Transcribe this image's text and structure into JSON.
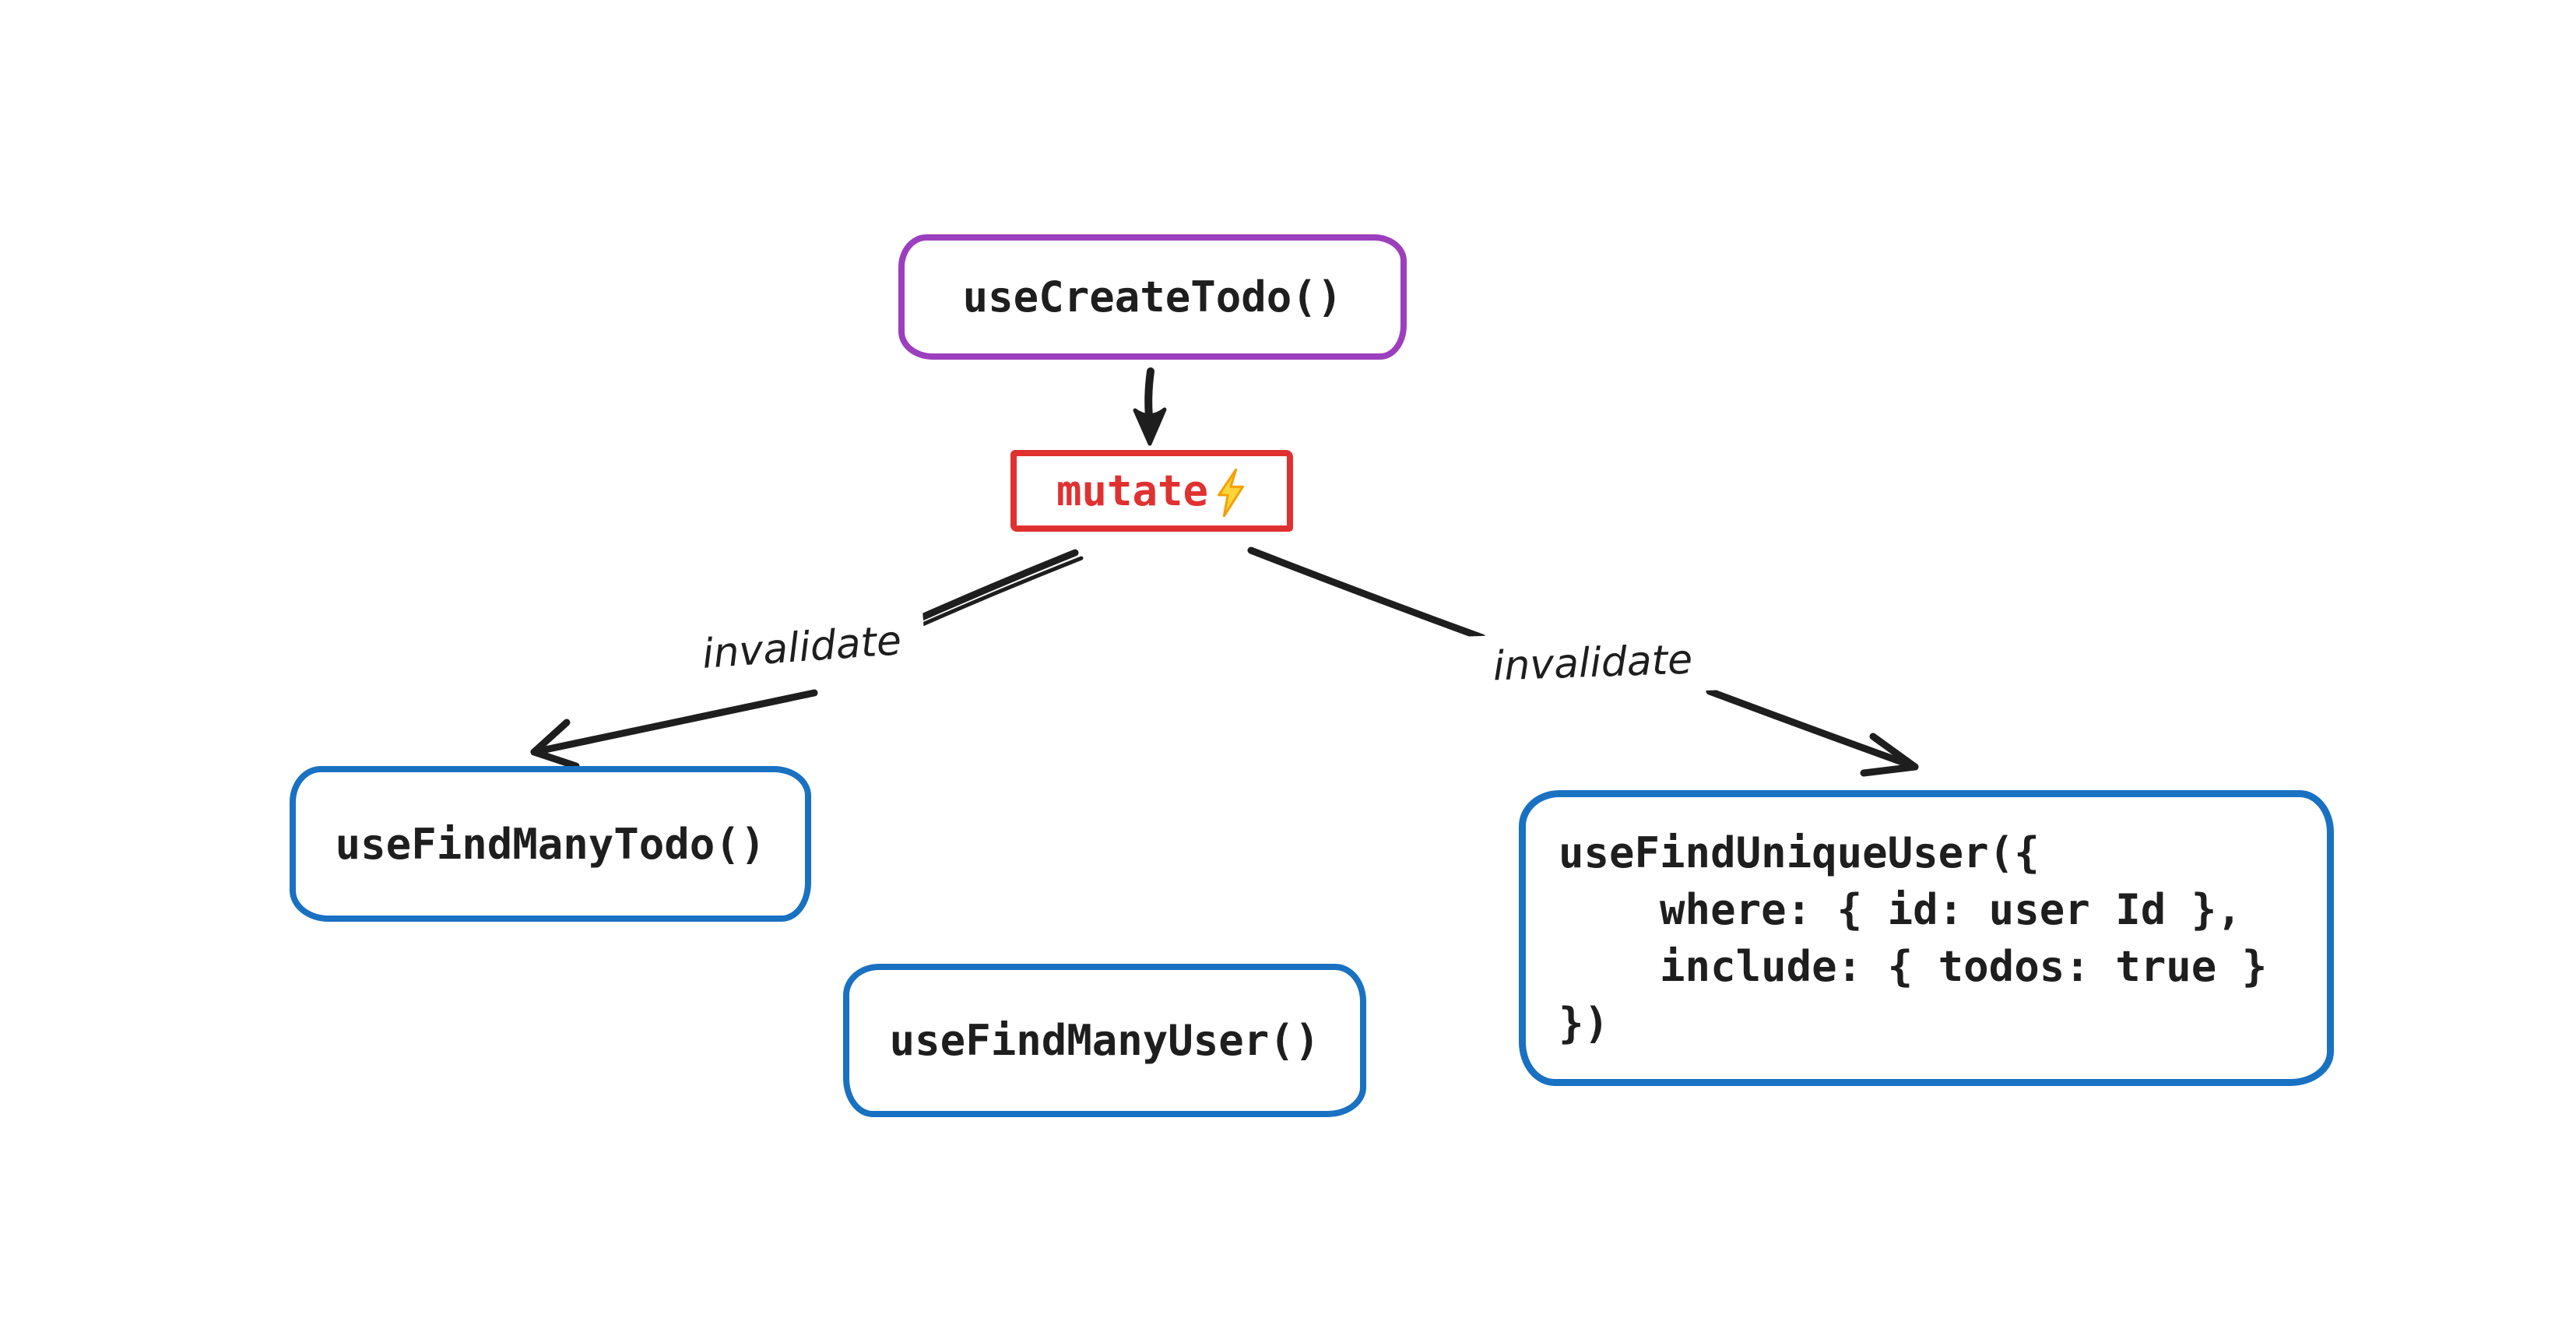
{
  "colors": {
    "purple": "#9c3fbe",
    "red": "#e03131",
    "blue": "#1971c2",
    "ink": "#1e1e1e",
    "bolt": "#ffd43b",
    "boltStroke": "#f59f00",
    "bg": "#ffffff"
  },
  "nodes": {
    "create_todo": {
      "label": "useCreateTodo()"
    },
    "mutate": {
      "label": "mutate",
      "icon": "lightning-bolt",
      "icon_char": "⚡"
    },
    "find_many_todo": {
      "label": "useFindManyTodo()"
    },
    "find_many_user": {
      "label": "useFindManyUser()"
    },
    "find_unique_user": {
      "code": "useFindUniqueUser({\n    where: { id: user Id },\n    include: { todos: true }\n})"
    }
  },
  "edges": {
    "mutate_to_find_many_todo": {
      "label": "invalidate"
    },
    "mutate_to_find_unique_user": {
      "label": "invalidate"
    }
  }
}
